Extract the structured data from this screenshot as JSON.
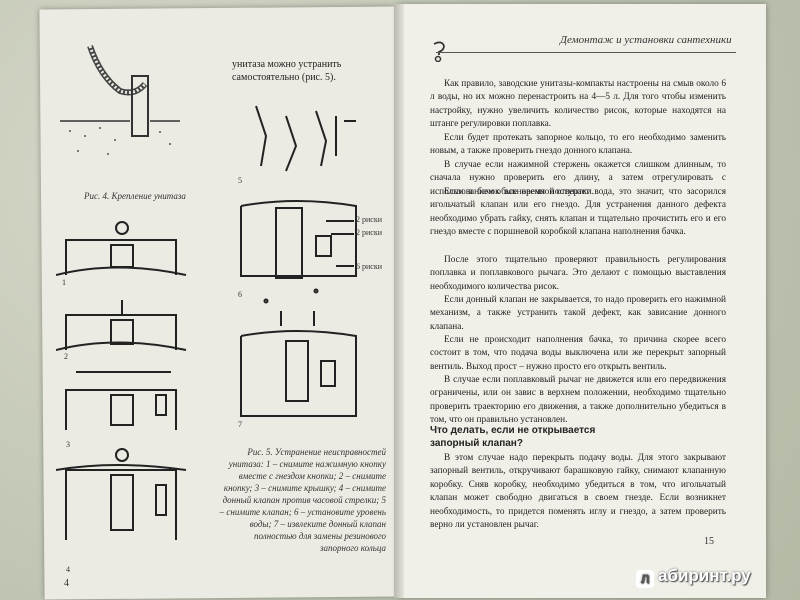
{
  "running_header": "Демонтаж и установки сантехники",
  "left_page": {
    "page_number": "4",
    "intro_text": "унитаза можно устранить самостоятельно (рис. 5).",
    "fig4_caption": "Рис. 4. Крепление унитаза",
    "fig5_caption": "Рис. 5. Устранение неисправностей унитаза: 1 – снимите нажимную кнопку вместе с гнездом кнопки; 2 – снимите кнопку; 3 – снимите крышку; 4 – снимите донный клапан против часовой стрелки; 5 – снимите клапан; 6 – установите уровень воды; 7 – извлеките донный клапан полностью для замены резинового запорного кольца",
    "fig_numbers": [
      "1",
      "2",
      "3",
      "4",
      "5",
      "6",
      "7"
    ],
    "labels_fig6": [
      "2 риски",
      "2 риски",
      "6 риски"
    ]
  },
  "right_page": {
    "page_number": "15",
    "paragraphs": [
      "Как правило, заводские унитазы-компакты настроены на смыв около 6 л воды, но их можно перенастроить на 4—5 л. Для того чтобы изменить настройку, нужно увеличить количество рисок, которые находятся на штанге регулировки поплавка.",
      "Если будет протекать запорное кольцо, то его необходимо заменить новым, а также проверить гнездо донного клапана.",
      "В случае если нажимной стержень окажется слишком длинным, то сначала нужно проверить его длину, а затем отрегулировать с использованием обыкновенной отвертки.",
      "Если в бачок все время поступает вода, это значит, что засорился игольчатый клапан или его гнездо. Для устранения данного дефекта необходимо убрать гайку, снять клапан и тщательно прочистить его и его гнездо вместе с поршневой коробкой клапана наполнения бачка.",
      "После этого тщательно проверяют правильность регулирования поплавка и поплавкового рычага. Это делают с помощью выставления необходимого количества рисок.",
      "Если донный клапан не закрывается, то надо проверить его нажимной механизм, а также устранить такой дефект, как зависание донного клапана.",
      "Если не происходит наполнения бачка, то причина скорее всего состоит в том, что подача воды выключена или же перекрыт запорный вентиль. Выход прост – нужно просто его открыть вентиль.",
      "В случае если поплавковый рычаг не движется или его передвижения ограничены, или он завис в верхнем положении, необходимо тщательно проверить траекторию его движения, а также дополнительно убедиться в том, что он правильно установлен."
    ],
    "section_title": "Что делать, если не открывается запорный клапан?",
    "section_paragraphs": [
      "В этом случае надо перекрыть подачу воды. Для этого закрывают запорный вентиль, откручивают барашковую гайку, снимают клапанную коробку. Сняв коробку, необходимо убедиться в том, что игольчатый клапан может свободно двигаться в своем гнезде. Если возникнет необходимость, то придется поменять иглу и гнездо, а затем проверить верно ли установлен рычаг."
    ]
  },
  "watermark": "абиринт.ру"
}
